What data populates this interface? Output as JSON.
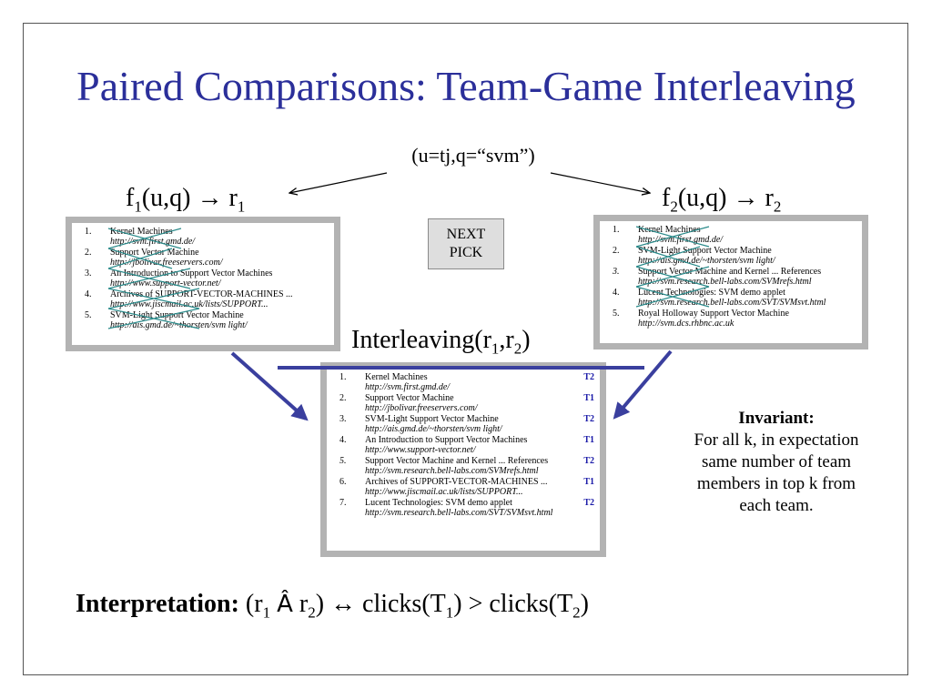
{
  "title": "Paired Comparisons: Team-Game Interleaving",
  "query": "(u=tj,q=“svm”)",
  "f1": {
    "prefix": "f",
    "sub": "1",
    "args": "(u,q)",
    "arrow": "→",
    "result": "r",
    "result_sub": "1"
  },
  "f2": {
    "prefix": "f",
    "sub": "2",
    "args": "(u,q)",
    "arrow": "→",
    "result": "r",
    "result_sub": "2"
  },
  "next_pick": {
    "line1": "NEXT",
    "line2": "PICK"
  },
  "interleaving_label": {
    "text": "Interleaving(r",
    "sub1": "1",
    "comma": ",r",
    "sub2": "2",
    "close": ")"
  },
  "list1": [
    {
      "num": "1.",
      "title": "Kernel Machines",
      "url": "http://svm.first.gmd.de/"
    },
    {
      "num": "2.",
      "title": "Support Vector Machine",
      "url": "http://jbolivar.freeservers.com/"
    },
    {
      "num": "3.",
      "title": "An Introduction to Support Vector Machines",
      "url": "http://www.support-vector.net/"
    },
    {
      "num": "4.",
      "title": "Archives of SUPPORT-VECTOR-MACHINES ...",
      "url": "http://www.jiscmail.ac.uk/lists/SUPPORT..."
    },
    {
      "num": "5.",
      "title": "SVM-Light Support Vector Machine",
      "url": "http://ais.gmd.de/~thorsten/svm light/"
    }
  ],
  "list2": [
    {
      "num": "1.",
      "title": "Kernel Machines",
      "url": "http://svm.first.gmd.de/"
    },
    {
      "num": "2.",
      "title": "SVM-Light Support Vector Machine",
      "url": "http://ais.gmd.de/~thorsten/svm light/"
    },
    {
      "num": "3.",
      "title": "Support Vector Machine and Kernel ... References",
      "url": "http://svm.research.bell-labs.com/SVMrefs.html"
    },
    {
      "num": "4.",
      "title": "Lucent Technologies: SVM demo applet",
      "url": "http://svm.research.bell-labs.com/SVT/SVMsvt.html"
    },
    {
      "num": "5.",
      "title": "Royal Holloway Support Vector Machine",
      "url": "http://svm.dcs.rhbnc.ac.uk"
    }
  ],
  "list3": [
    {
      "num": "1.",
      "title": "Kernel Machines",
      "url": "http://svm.first.gmd.de/",
      "team": "T2"
    },
    {
      "num": "2.",
      "title": "Support Vector Machine",
      "url": "http://jbolivar.freeservers.com/",
      "team": "T1"
    },
    {
      "num": "3.",
      "title": "SVM-Light Support Vector Machine",
      "url": "http://ais.gmd.de/~thorsten/svm light/",
      "team": "T2"
    },
    {
      "num": "4.",
      "title": "An Introduction to Support Vector Machines",
      "url": "http://www.support-vector.net/",
      "team": "T1"
    },
    {
      "num": "5.",
      "title": "Support Vector Machine and Kernel ... References",
      "url": "http://svm.research.bell-labs.com/SVMrefs.html",
      "team": "T2"
    },
    {
      "num": "6.",
      "title": "Archives of SUPPORT-VECTOR-MACHINES ...",
      "url": "http://www.jiscmail.ac.uk/lists/SUPPORT...",
      "team": "T1"
    },
    {
      "num": "7.",
      "title": "Lucent Technologies: SVM demo applet",
      "url": "http://svm.research.bell-labs.com/SVT/SVMsvt.html",
      "team": "T2"
    }
  ],
  "invariant": {
    "heading": "Invariant:",
    "line1": "For all k, in expectation",
    "line2": "same number of team",
    "line3": "members in top k from",
    "line4": "each team."
  },
  "interpretation": {
    "label": "Interpretation:",
    "open": "(r",
    "sub1": "1",
    "symbol": "Â",
    "mid": "r",
    "sub2": "2",
    "rest": ") ↔ clicks(T",
    "sub3": "1",
    "gt": ") > clicks(T",
    "sub4": "2",
    "close": ")"
  },
  "colors": {
    "title": "#2b2f9a",
    "arrow": "#3a3f9e",
    "team": "#1a1aa8",
    "box_border": "#b3b3b3",
    "cross": "#2a8a8a"
  }
}
